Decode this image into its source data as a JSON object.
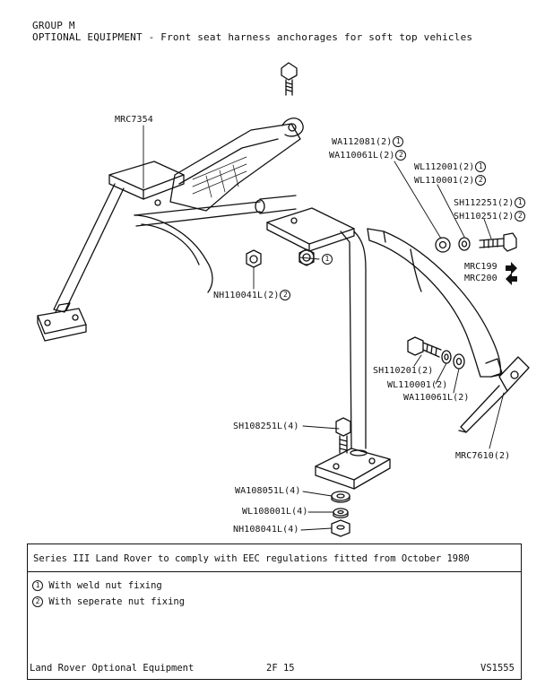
{
  "header": {
    "group": "GROUP M",
    "subtitle": "OPTIONAL EQUIPMENT - Front seat harness anchorages for soft top vehicles"
  },
  "callouts": {
    "mrc7354": "MRC7354",
    "wa112081": "WA112081(2)",
    "wa110061l_top": "WA110061L(2)",
    "wl112001": "WL112001(2)",
    "wl110001_top": "WL110001(2)",
    "sh112251": "SH112251(2)",
    "sh110251": "SH110251(2)",
    "mrc199": "MRC199",
    "mrc200": "MRC200",
    "nh110041l": "NH110041L(2)",
    "sh110201": "SH110201(2)",
    "wl110001_mid": "WL110001(2)",
    "wa110061l_mid": "WA110061L(2)",
    "mrc7610": "MRC7610(2)",
    "sh108251l": "SH108251L(4)",
    "wa108051l": "WA108051L(4)",
    "wl108001l": "WL108001L(4)",
    "nh108041l": "NH108041L(4)",
    "circle1": "1",
    "circle2": "2"
  },
  "notes": {
    "heading": "Series III Land Rover to comply with EEC regulations fitted from October 1980",
    "note1_marker": "1",
    "note1": "With weld nut fixing",
    "note2_marker": "2",
    "note2": "With seperate nut fixing"
  },
  "footer": {
    "left": "Land Rover Optional Equipment",
    "center": "2F 15",
    "right": "VS1555"
  }
}
